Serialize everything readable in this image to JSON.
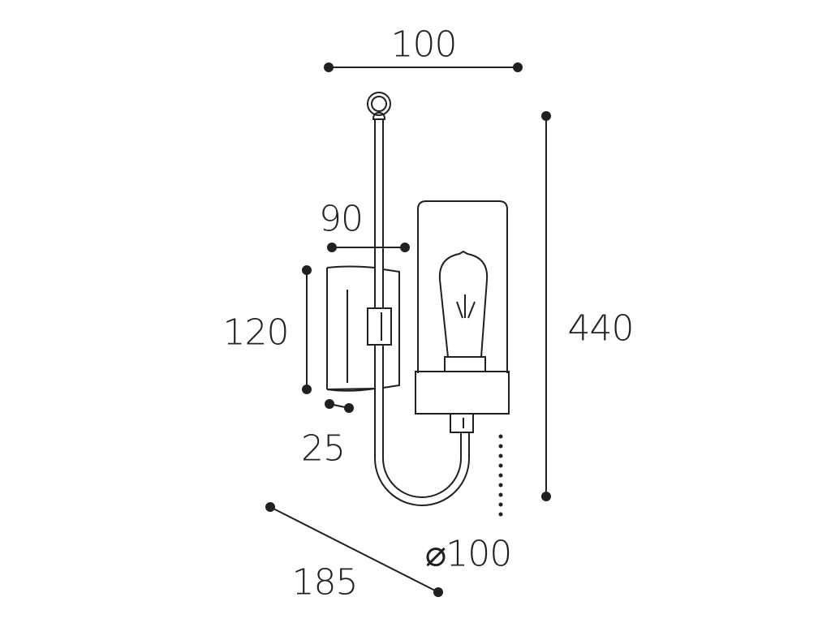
{
  "dimensions": {
    "width_top": "100",
    "height_total": "440",
    "backplate_width": "90",
    "backplate_height": "120",
    "backplate_depth": "25",
    "projection": "185",
    "diameter": "⌀100"
  },
  "colors": {
    "line": "#231f20",
    "background": "#ffffff"
  }
}
